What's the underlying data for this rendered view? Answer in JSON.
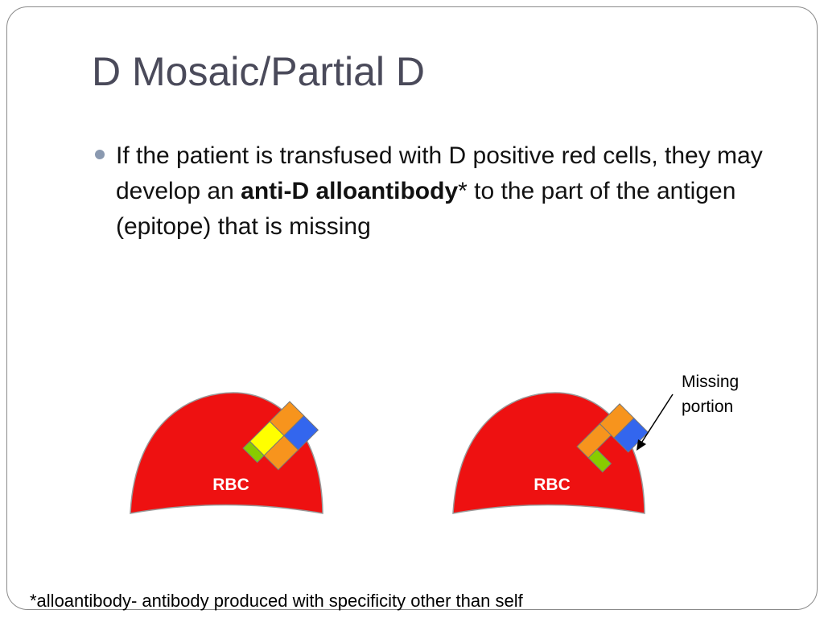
{
  "slide": {
    "title": "D Mosaic/Partial D",
    "bullet": {
      "text_before": "If the patient is transfused with D positive red cells, they may develop an ",
      "bold": "anti-D alloantibody",
      "text_after": "* to the part of the antigen (epitope) that is missing"
    },
    "footnote": "*alloantibody- antibody produced with specificity other than self"
  },
  "diagram": {
    "cell_label": "RBC",
    "missing_label_line1": "Missing",
    "missing_label_line2": "portion",
    "colors": {
      "cell": "#ee1111",
      "orange": "#f7941d",
      "blue": "#3366ee",
      "yellow": "#ffff00",
      "green": "#88cc00"
    }
  }
}
